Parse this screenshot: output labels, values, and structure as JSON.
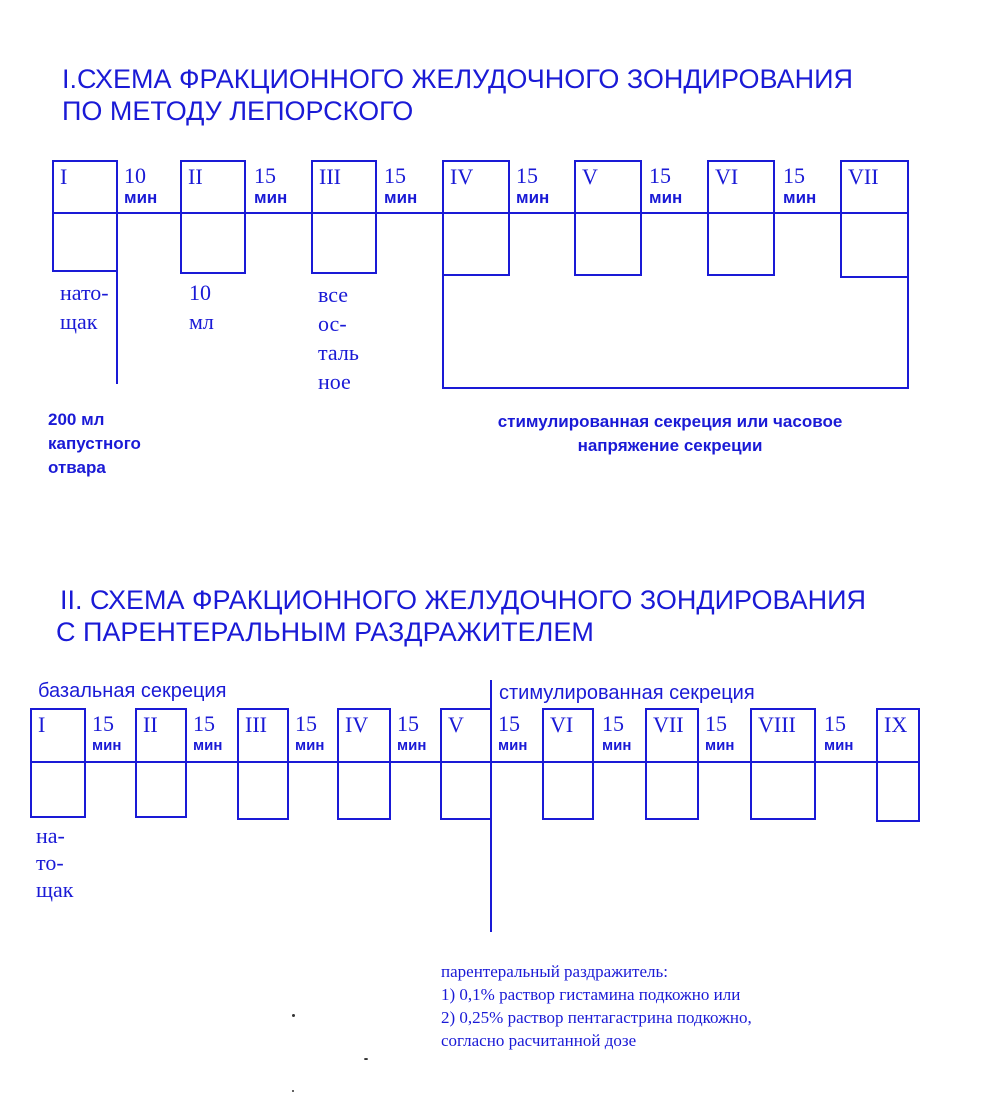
{
  "diagram1": {
    "title_line1": "I.СХЕМА ФРАКЦИОННОГО ЖЕЛУДОЧНОГО ЗОНДИРОВАНИЯ",
    "title_line2": "ПО МЕТОДУ ЛЕПОРСКОГО",
    "portions": [
      "I",
      "II",
      "III",
      "IV",
      "V",
      "VI",
      "VII"
    ],
    "intervals": [
      {
        "value": "10",
        "unit": "мин"
      },
      {
        "value": "15",
        "unit": "мин"
      },
      {
        "value": "15",
        "unit": "мин"
      },
      {
        "value": "15",
        "unit": "мин"
      },
      {
        "value": "15",
        "unit": "мин"
      },
      {
        "value": "15",
        "unit": "мин"
      }
    ],
    "note_fasting": [
      "нато-",
      "щак"
    ],
    "note_10ml": [
      "10",
      "мл"
    ],
    "note_rest": [
      "все",
      "ос-",
      "таль",
      "ное"
    ],
    "stimulus": [
      "200 мл",
      "капустного",
      "отвара"
    ],
    "stimulated_label": [
      "стимулированная секреция или часовое",
      "напряжение секреции"
    ]
  },
  "diagram2": {
    "title_line1": "II. СХЕМА ФРАКЦИОННОГО ЖЕЛУДОЧНОГО ЗОНДИРОВАНИЯ",
    "title_line2": "С ПАРЕНТЕРАЛЬНЫМ РАЗДРАЖИТЕЛЕМ",
    "basal_label": "базальная секреция",
    "stimulated_label": "стимулированная секреция",
    "portions": [
      "I",
      "II",
      "III",
      "IV",
      "V",
      "VI",
      "VII",
      "VIII",
      "IX"
    ],
    "intervals": [
      {
        "value": "15",
        "unit": "мин"
      },
      {
        "value": "15",
        "unit": "мин"
      },
      {
        "value": "15",
        "unit": "мин"
      },
      {
        "value": "15",
        "unit": "мин"
      },
      {
        "value": "15",
        "unit": "мин"
      },
      {
        "value": "15",
        "unit": "мин"
      },
      {
        "value": "15",
        "unit": "мин"
      },
      {
        "value": "15",
        "unit": "мин"
      }
    ],
    "note_fasting": [
      "на-",
      "то-",
      "щак"
    ],
    "legend": [
      "парентеральный раздражитель:",
      "1) 0,1% раствор гистамина подкожно или",
      "2) 0,25% раствор пентагастрина подкожно,",
      "согласно расчитанной дозе"
    ]
  },
  "colors": {
    "ink": "#1a1ad6"
  }
}
